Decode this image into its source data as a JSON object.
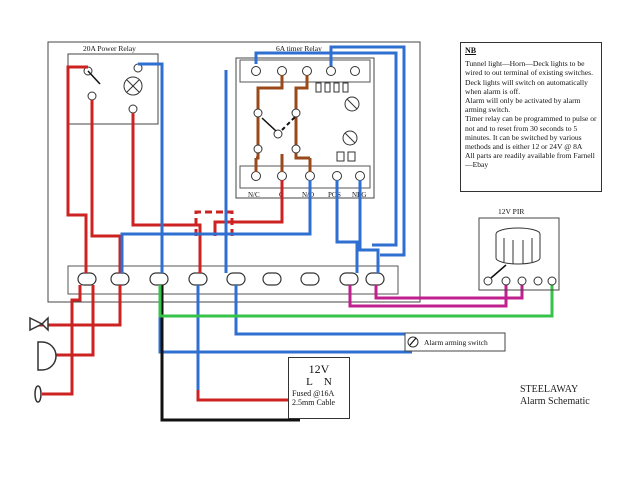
{
  "power_relay": {
    "label": "20A Power Relay"
  },
  "timer_relay": {
    "label": "6A timer Relay",
    "terminals": [
      "N/C",
      "C",
      "N/O",
      "POS",
      "NEG"
    ]
  },
  "pir": {
    "label": "12V PIR"
  },
  "alarm_switch": {
    "label": "Alarm arming switch"
  },
  "psu": {
    "voltage": "12V",
    "l": "L",
    "n": "N",
    "fused": "Fused @16A",
    "cable": "2.5mm Cable"
  },
  "notes": {
    "title": "NB",
    "paragraphs": [
      "Tunnel light—Horn—Deck lights to be wired to out terminal of existing switches.",
      "Deck lights will switch on automatically when alarm is off.",
      "Alarm will only be activated by alarm arming switch.",
      "Timer relay can be programmed to pulse or not and to reset from 30 seconds to 5 minutes. It can be switched by various methods and is either 12 or 24V @ 8A",
      "All parts are readily available from Farnell—Ebay"
    ]
  },
  "brand": {
    "line1": "STEELAWAY",
    "line2": "Alarm Schematic"
  },
  "colors": {
    "red": "#cc2222",
    "blue": "#2e6fd0",
    "black": "#111111",
    "green": "#37c24a",
    "magenta": "#c0208e",
    "brown": "#9a4a1a",
    "outline": "#444444"
  }
}
